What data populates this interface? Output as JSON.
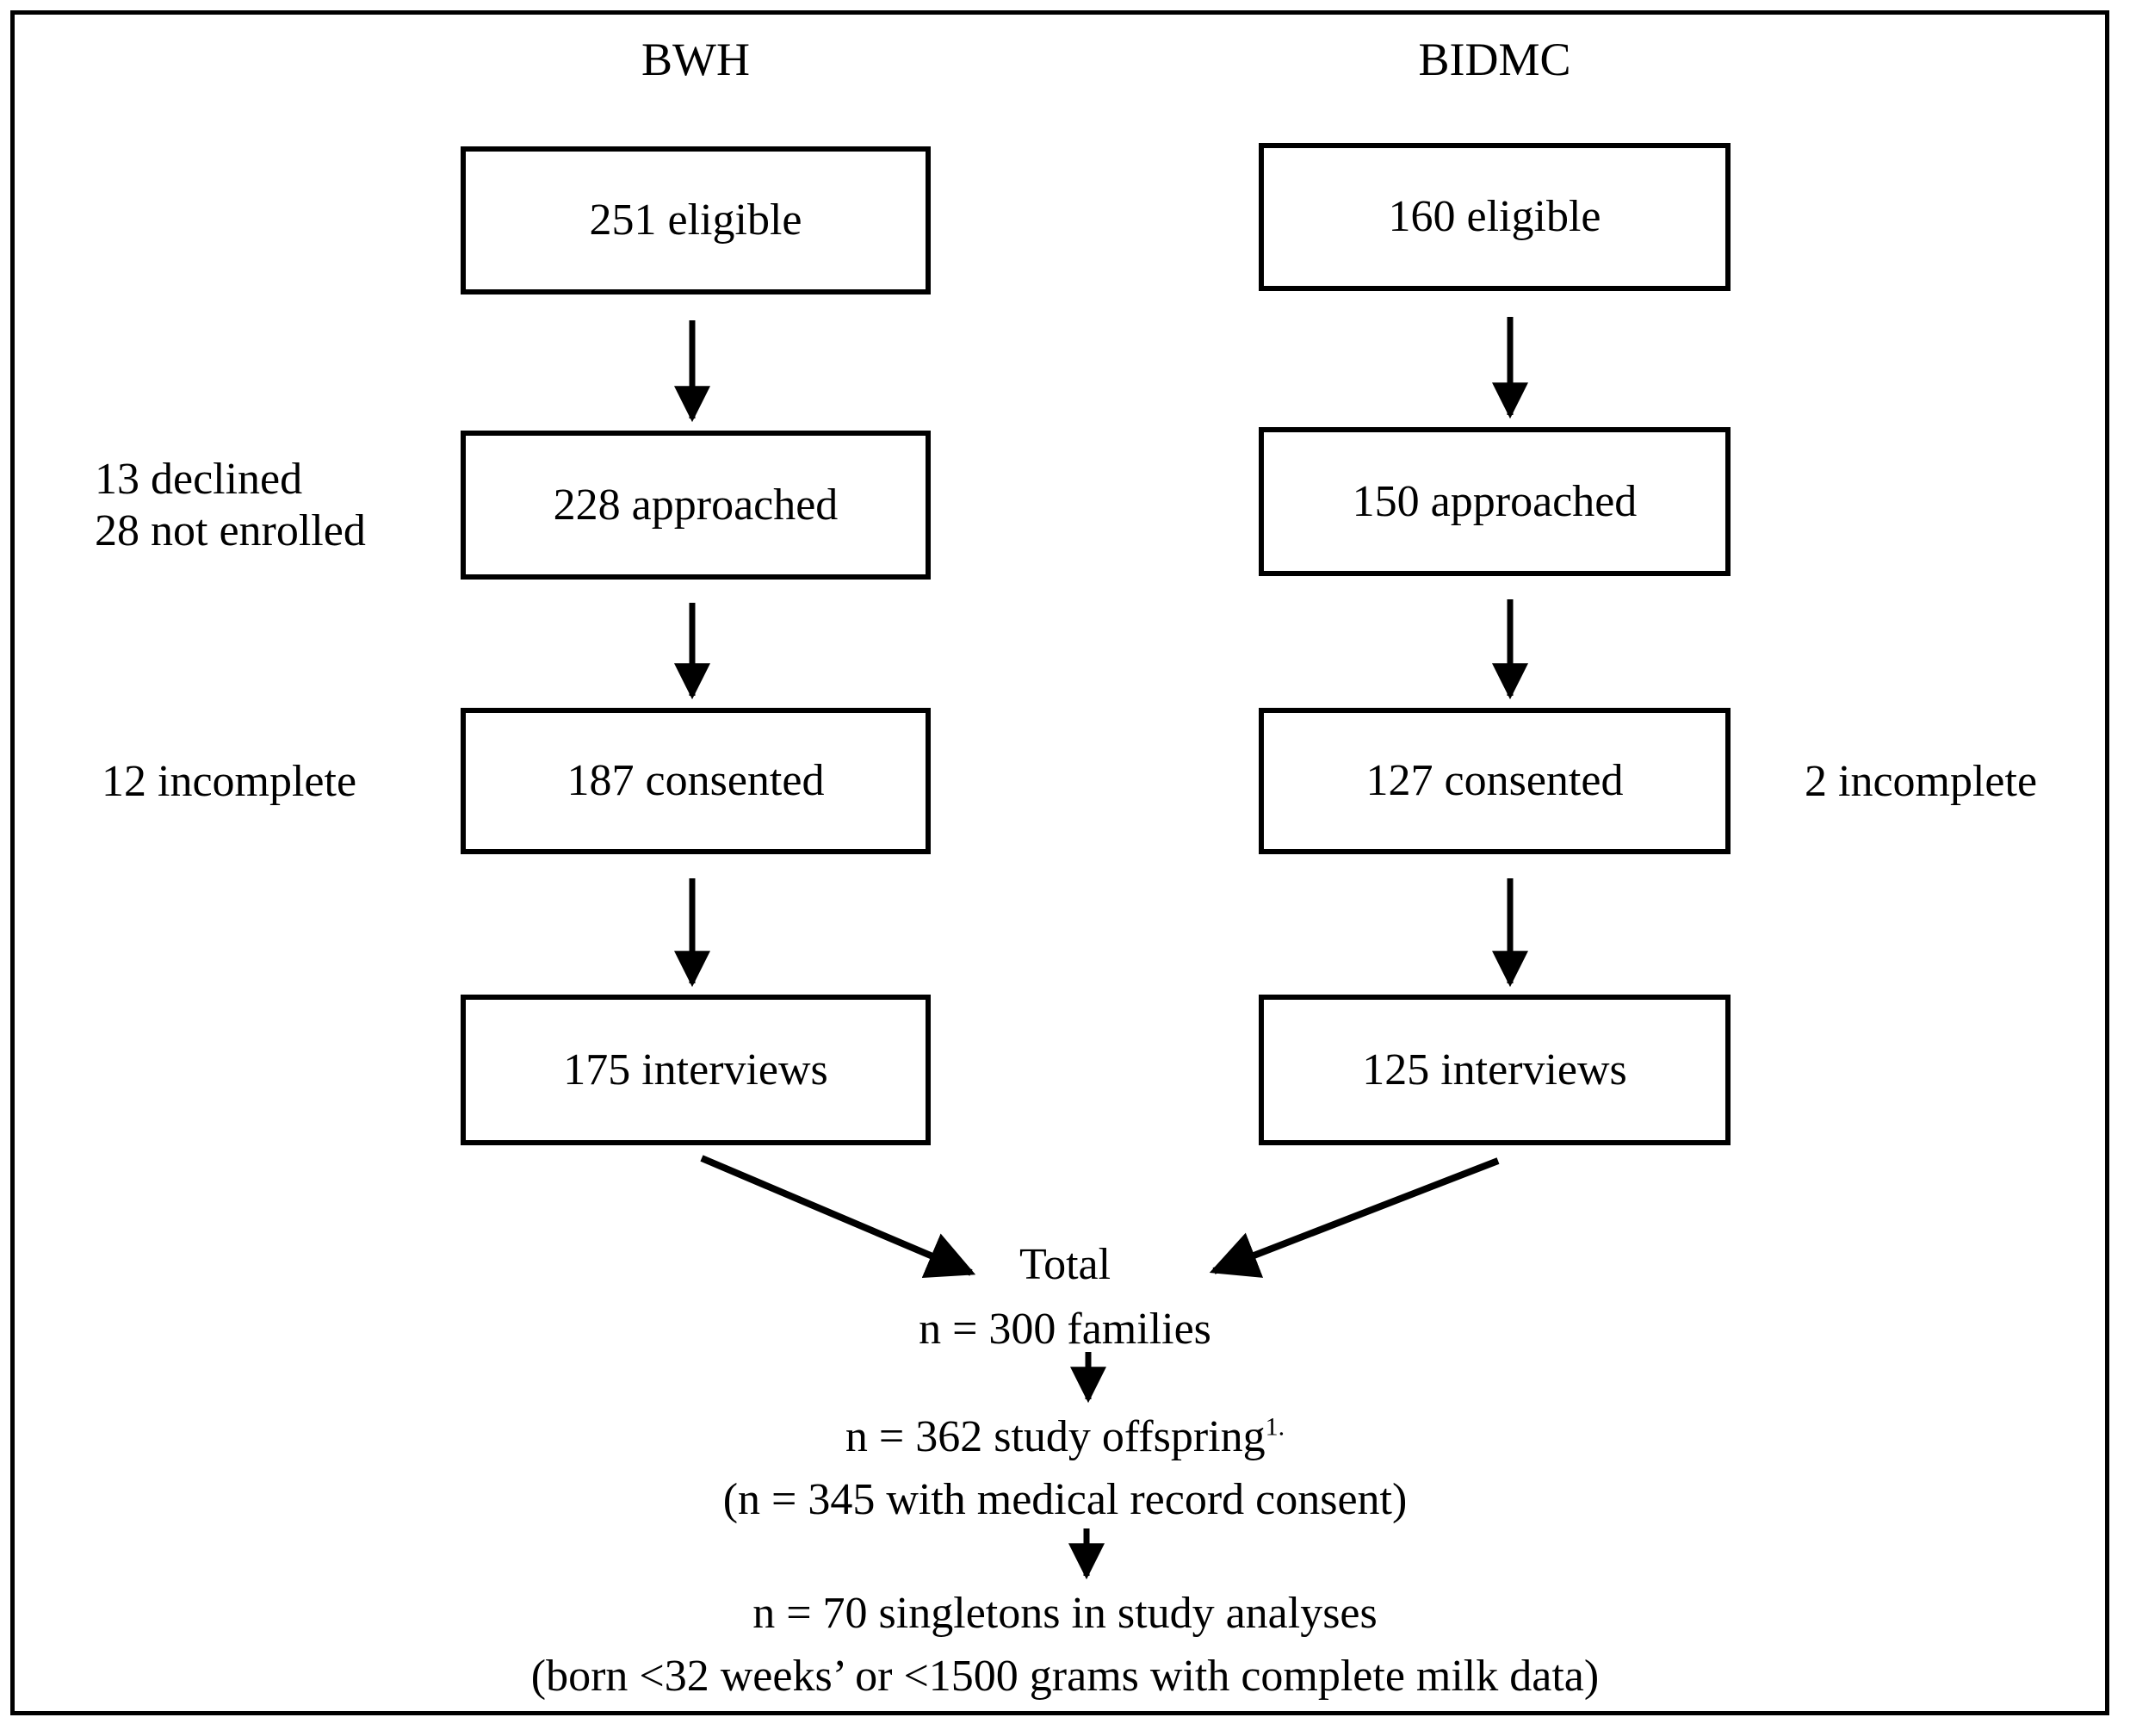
{
  "figure": {
    "type": "flow-diagram",
    "title": "Study enrollment flow diagram",
    "border_color": "#000000",
    "background_color": "#ffffff",
    "text_color": "#000000"
  },
  "columns": [
    {
      "id": "bwh",
      "header": "BWH",
      "boxes": [
        {
          "id": "bwh-eligible",
          "label": "251 eligible"
        },
        {
          "id": "bwh-approached",
          "label": "228 approached"
        },
        {
          "id": "bwh-consented",
          "label": "187 consented"
        },
        {
          "id": "bwh-interviews",
          "label": "175 interviews"
        }
      ]
    },
    {
      "id": "bidmc",
      "header": "BIDMC",
      "boxes": [
        {
          "id": "bidmc-eligible",
          "label": "160 eligible"
        },
        {
          "id": "bidmc-approached",
          "label": "150 approached"
        },
        {
          "id": "bidmc-consented",
          "label": "127 consented"
        },
        {
          "id": "bidmc-interviews",
          "label": "125 interviews"
        }
      ]
    }
  ],
  "annotations": {
    "declined_line1": "13 declined",
    "declined_line2": "28 not enrolled",
    "incomplete_left": "12 incomplete",
    "incomplete_right": "2 incomplete"
  },
  "summary": {
    "total": "Total",
    "families": "n = 300 families",
    "offspring": "n = 362 study offspring",
    "offspring_superscript": "1.",
    "medical_record": "(n = 345 with medical record consent)",
    "singletons": "n = 70 singletons in study analyses",
    "born_criteria": "(born <32 weeks’ or <1500 grams with complete milk data)"
  },
  "chart_data": {
    "type": "diagram",
    "title": "Participant flow: BWH and BIDMC",
    "nodes": [
      {
        "site": "BWH",
        "stage": "eligible",
        "n": 251
      },
      {
        "site": "BWH",
        "stage": "approached",
        "n": 228
      },
      {
        "site": "BWH",
        "stage": "consented",
        "n": 187
      },
      {
        "site": "BWH",
        "stage": "interviews",
        "n": 175
      },
      {
        "site": "BIDMC",
        "stage": "eligible",
        "n": 160
      },
      {
        "site": "BIDMC",
        "stage": "approached",
        "n": 150
      },
      {
        "site": "BIDMC",
        "stage": "consented",
        "n": 127
      },
      {
        "site": "BIDMC",
        "stage": "interviews",
        "n": 125
      },
      {
        "site": "Total",
        "stage": "families",
        "n": 300
      },
      {
        "site": "Total",
        "stage": "study offspring",
        "n": 362
      },
      {
        "site": "Total",
        "stage": "with medical record consent",
        "n": 345
      },
      {
        "site": "Total",
        "stage": "singletons in study analyses",
        "n": 70
      }
    ],
    "exclusions": [
      {
        "site": "BWH",
        "between": "eligible-approached",
        "reasons": [
          "13 declined",
          "28 not enrolled"
        ]
      },
      {
        "site": "BWH",
        "between": "approached-consented",
        "reasons": [
          "12 incomplete"
        ]
      },
      {
        "site": "BIDMC",
        "between": "approached-consented",
        "reasons": [
          "2 incomplete"
        ]
      }
    ]
  }
}
